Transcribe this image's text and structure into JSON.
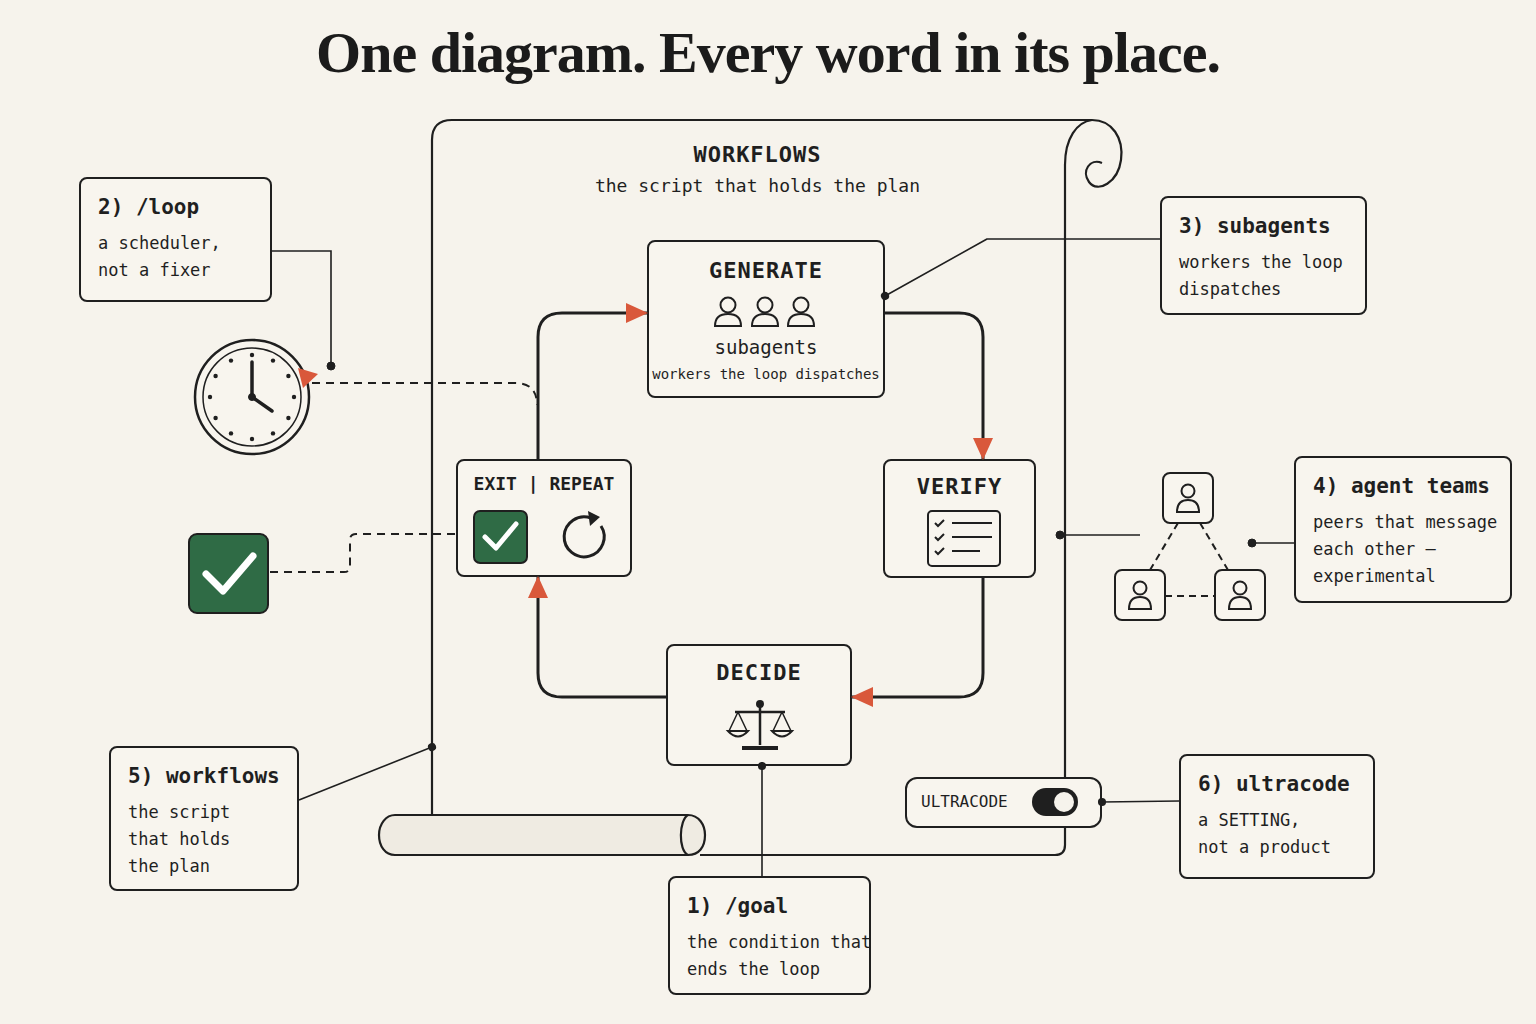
{
  "diagram": {
    "title": "One diagram. Every word in its place.",
    "nodes": [
      {
        "text": [
          "WORKFLOWS",
          "the script that holds the plan"
        ]
      },
      {
        "text": [
          "GENERATE",
          "subagents",
          "workers the loop dispatches"
        ],
        "in": 0
      },
      {
        "text": [
          "VERIFY"
        ],
        "in": 0
      },
      {
        "text": [
          "DECIDE"
        ],
        "in": 0
      },
      {
        "text": [
          "EXIT | REPEAT"
        ],
        "in": 0
      },
      {
        "text": [
          "ULTRACODE"
        ]
      },
      {
        "text": [
          "2) /loop",
          "a scheduler, not a fixer"
        ]
      },
      {
        "text": [
          "3) subagents",
          "workers the loop dispatches"
        ]
      },
      {
        "text": [
          "4) agent teams",
          "peers that message each other – experimental"
        ]
      },
      {
        "text": [
          "5) workflows",
          "the script that holds the plan"
        ]
      },
      {
        "text": [
          "6) ultracode",
          "a SETTING, not a product"
        ]
      },
      {
        "text": [
          "1) /goal",
          "the condition that ends the loop"
        ]
      }
    ],
    "edges": [
      {
        "from": 1,
        "to": 2,
        "arrow": "to"
      },
      {
        "from": 2,
        "to": 3,
        "arrow": "to"
      },
      {
        "from": 3,
        "to": 4,
        "arrow": "to"
      },
      {
        "from": 4,
        "to": 1,
        "arrow": "to"
      },
      {
        "from": 7,
        "to": 1,
        "arrow": "none"
      },
      {
        "from": 9,
        "to": 0,
        "arrow": "none"
      },
      {
        "from": 10,
        "to": 5,
        "arrow": "none"
      },
      {
        "from": 11,
        "to": 3,
        "arrow": "none"
      }
    ]
  }
}
